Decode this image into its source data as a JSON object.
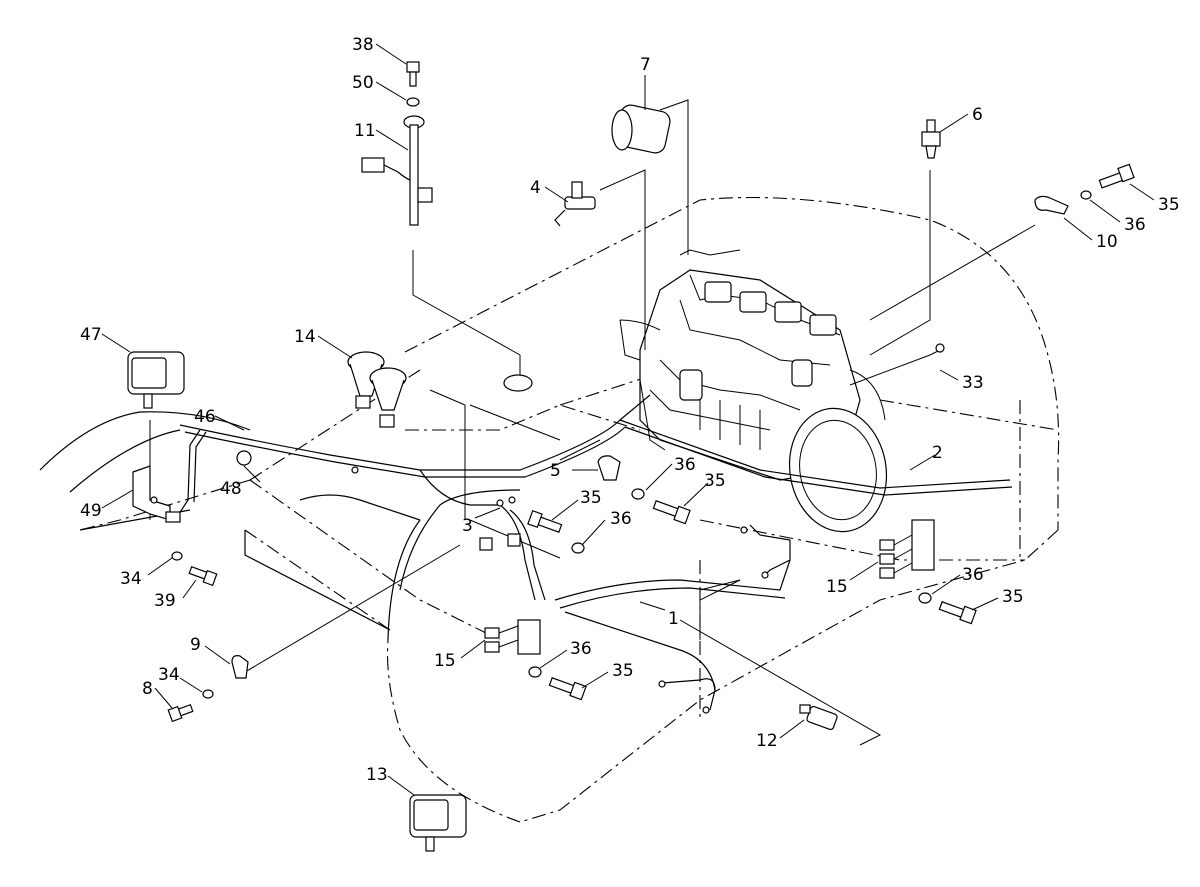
{
  "callouts": [
    "38",
    "50",
    "11",
    "7",
    "4",
    "6",
    "35",
    "36",
    "10",
    "14",
    "47",
    "33",
    "46",
    "2",
    "5",
    "36",
    "35",
    "48",
    "49",
    "3",
    "35",
    "36",
    "15",
    "36",
    "35",
    "34",
    "39",
    "1",
    "9",
    "15",
    "36",
    "35",
    "34",
    "8",
    "12",
    "13"
  ]
}
